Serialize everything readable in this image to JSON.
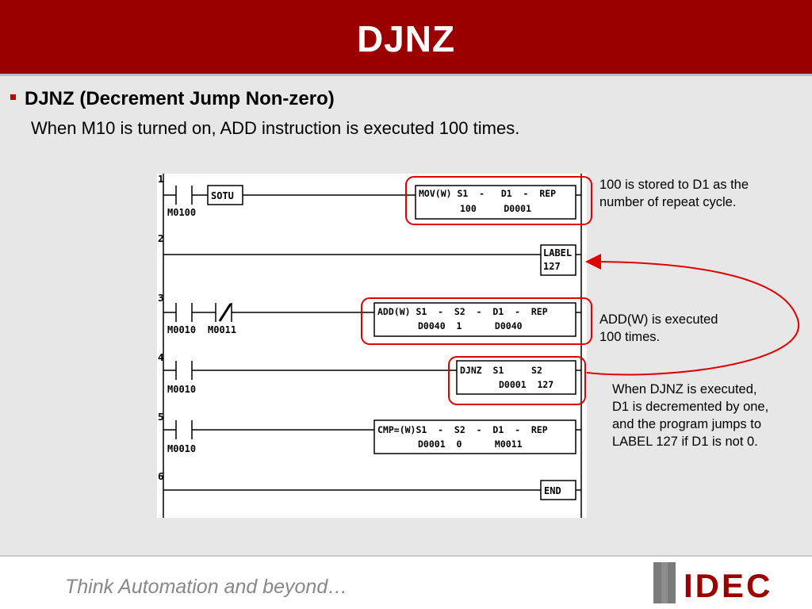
{
  "slide": {
    "title": "DJNZ",
    "heading": "DJNZ (Decrement Jump Non-zero)",
    "subheading": "When M10 is turned on, ADD instruction is executed 100 times."
  },
  "ladder": {
    "rungs": [
      {
        "number": "1",
        "contacts": [
          "M0100"
        ],
        "coil": "SOTU",
        "instruction": {
          "header": "MOV(W) S1  -   D1  -  REP",
          "args": "100     D0001"
        }
      },
      {
        "number": "2",
        "instruction": {
          "header": "LABEL",
          "args": "127"
        }
      },
      {
        "number": "3",
        "contacts": [
          "M0010",
          "M0011"
        ],
        "instruction": {
          "header": "ADD(W) S1  -  S2  -  D1  -  REP",
          "args": "D0040  1      D0040"
        }
      },
      {
        "number": "4",
        "contacts": [
          "M0010"
        ],
        "instruction": {
          "header": "DJNZ  S1     S2",
          "args": "D0001  127"
        }
      },
      {
        "number": "5",
        "contacts": [
          "M0010"
        ],
        "instruction": {
          "header": "CMP=(W)S1  -  S2  -  D1  -  REP",
          "args": "D0001  0      M0011"
        }
      },
      {
        "number": "6",
        "instruction": {
          "header": "END",
          "args": ""
        }
      }
    ]
  },
  "notes": {
    "note1": "100 is stored to D1 as the\nnumber of repeat cycle.",
    "note2": "ADD(W) is executed\n100 times.",
    "note3": "When DJNZ is executed,\nD1 is decremented by one,\nand the program jumps to\nLABEL 127 if D1 is not 0."
  },
  "footer": {
    "tagline": "Think Automation and beyond…",
    "logo_text": "IDEC"
  },
  "colors": {
    "header_bg": "#9a0000",
    "accent_red": "#e00000",
    "logo_gray": "#7a7a7a"
  }
}
